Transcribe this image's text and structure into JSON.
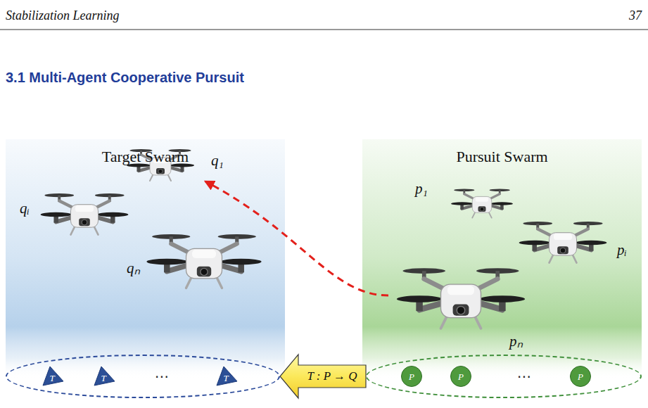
{
  "diagram": {
    "title": "3.1 Multi-Agent Cooperative Pursuit",
    "nodes": [
      {
        "text": [
          "Target Swarm"
        ]
      },
      {
        "text": [
          "Pursuit Swarm"
        ]
      },
      {
        "text": [
          "⋯"
        ],
        "in": 0
      },
      {
        "text": [
          "T"
        ],
        "in": 2
      },
      {
        "text": [
          "T"
        ],
        "in": 2
      },
      {
        "text": [
          "T"
        ],
        "in": 2
      },
      {
        "text": [
          "⋯"
        ],
        "in": 1
      },
      {
        "text": [
          "P"
        ],
        "in": 6
      },
      {
        "text": [
          "P"
        ],
        "in": 6
      },
      {
        "text": [
          "P"
        ],
        "in": 6
      }
    ],
    "edges": [
      {
        "from": 6,
        "to": 2,
        "arrow": "to",
        "label": "T : P → Q"
      }
    ],
    "labels": [
      "Stabilization Learning",
      "37",
      "q₁",
      "qᵢ",
      "qₙ",
      "p₁",
      "pᵢ",
      "pₙ"
    ]
  }
}
